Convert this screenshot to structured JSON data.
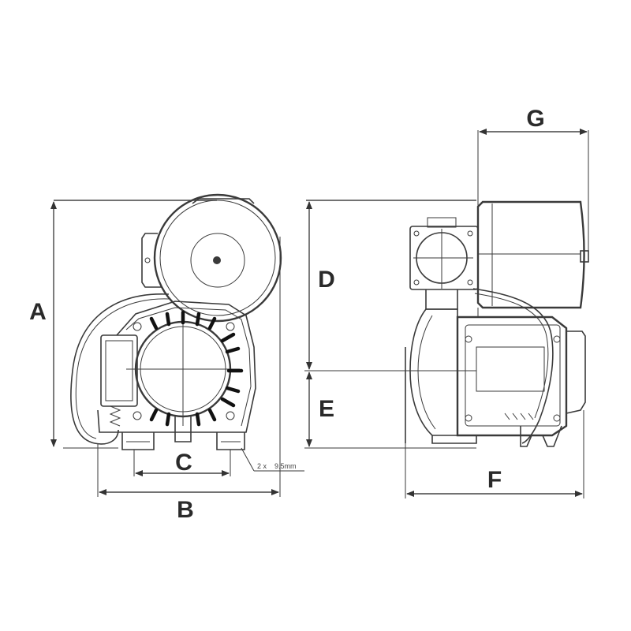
{
  "dimensions": {
    "a": "A",
    "b": "B",
    "c": "C",
    "d": "D",
    "e": "E",
    "f": "F",
    "g": "G"
  },
  "mount_note": "2 x    9.5mm"
}
